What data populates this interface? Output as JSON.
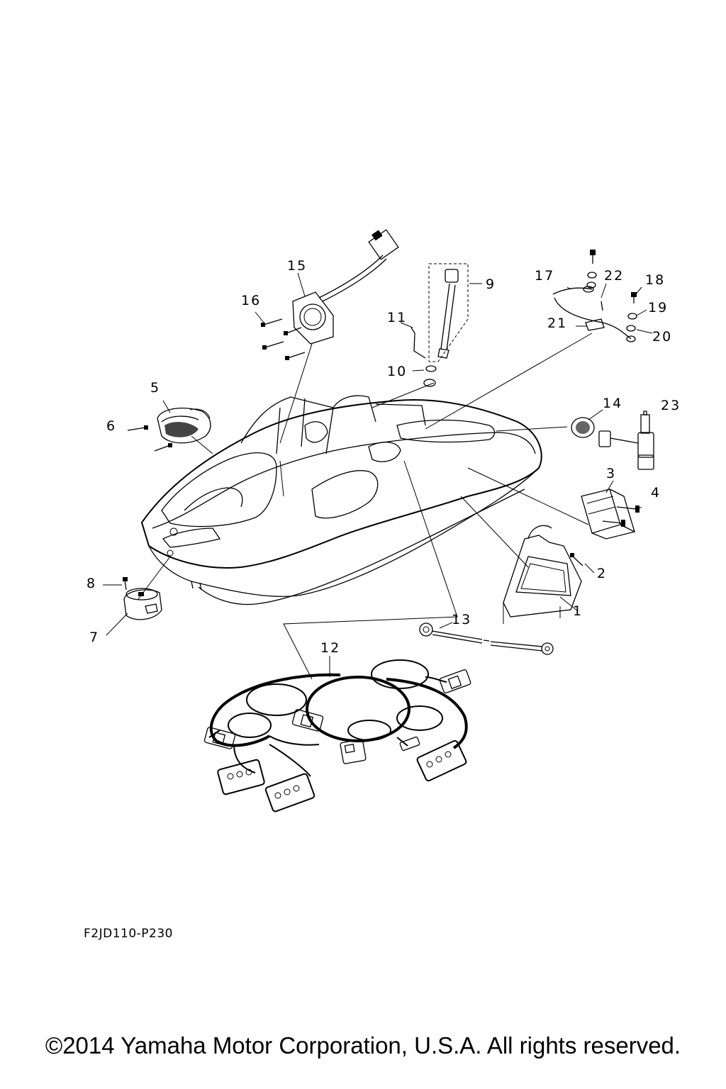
{
  "diagram": {
    "callouts": [
      "1",
      "2",
      "3",
      "4",
      "5",
      "6",
      "7",
      "8",
      "9",
      "10",
      "11",
      "12",
      "13",
      "14",
      "15",
      "16",
      "17",
      "18",
      "19",
      "20",
      "21",
      "22",
      "23"
    ],
    "code": "F2JD110-P230"
  },
  "footer": {
    "copyright": "©2014 Yamaha Motor Corporation, U.S.A. All rights reserved."
  }
}
